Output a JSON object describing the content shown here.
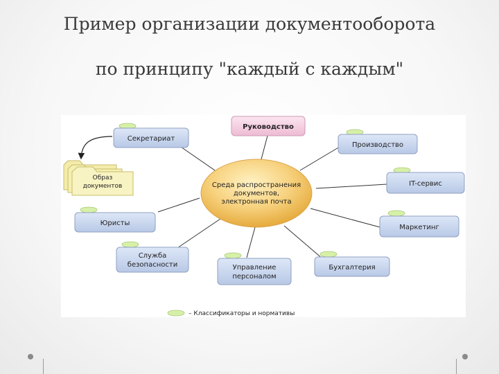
{
  "title": {
    "line1": "Пример организации документооборота",
    "line2": "по принципу \"каждый с каждым\""
  },
  "diagram": {
    "center": {
      "line1": "Среда распространения",
      "line2": "документов,",
      "line3": "электронная почта"
    },
    "nodes": {
      "rukovodstvo": "Руководство",
      "sekretariat": "Секретариат",
      "proizvodstvo": "Производство",
      "it_servis": "IT-сервис",
      "marketing": "Маркетинг",
      "buhgalteriya": "Бухгалтерия",
      "upravlenie_1": "Управление",
      "upravlenie_2": "персоналом",
      "sluzhba_1": "Служба",
      "sluzhba_2": "безопасности",
      "yuristy": "Юристы"
    },
    "folder": {
      "line1": "Образ",
      "line2": "документов"
    },
    "legend": "– Классификаторы и нормативы"
  },
  "colors": {
    "node_fill": "#c9d6ee",
    "node_stroke": "#8fa0c0",
    "tab_green": "#d7f0a8",
    "center_fill": "#f6cf77",
    "folder_fill": "#f6f0b4",
    "top_node_fill": "#f4d3e4"
  }
}
